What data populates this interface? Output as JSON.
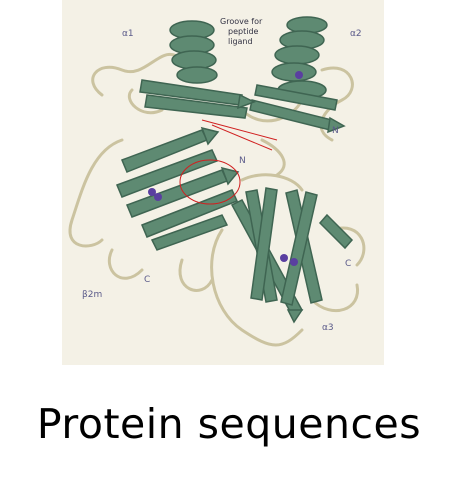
{
  "figure": {
    "labels": {
      "alpha1": "α1",
      "alpha2": "α2",
      "groove": [
        "Groove for",
        "peptide",
        "ligand"
      ],
      "n_top": "N",
      "n_mid": "N",
      "c_left": "C",
      "c_right": "C",
      "beta2m": "β2m",
      "alpha3": "α3"
    },
    "colors": {
      "ribbon": "#5e8a72",
      "ribbon_dark": "#3f6552",
      "loop": "#c9c2a2",
      "highlight": "#d02020",
      "ion": "#5a3fa0"
    }
  },
  "caption": "Protein sequences"
}
